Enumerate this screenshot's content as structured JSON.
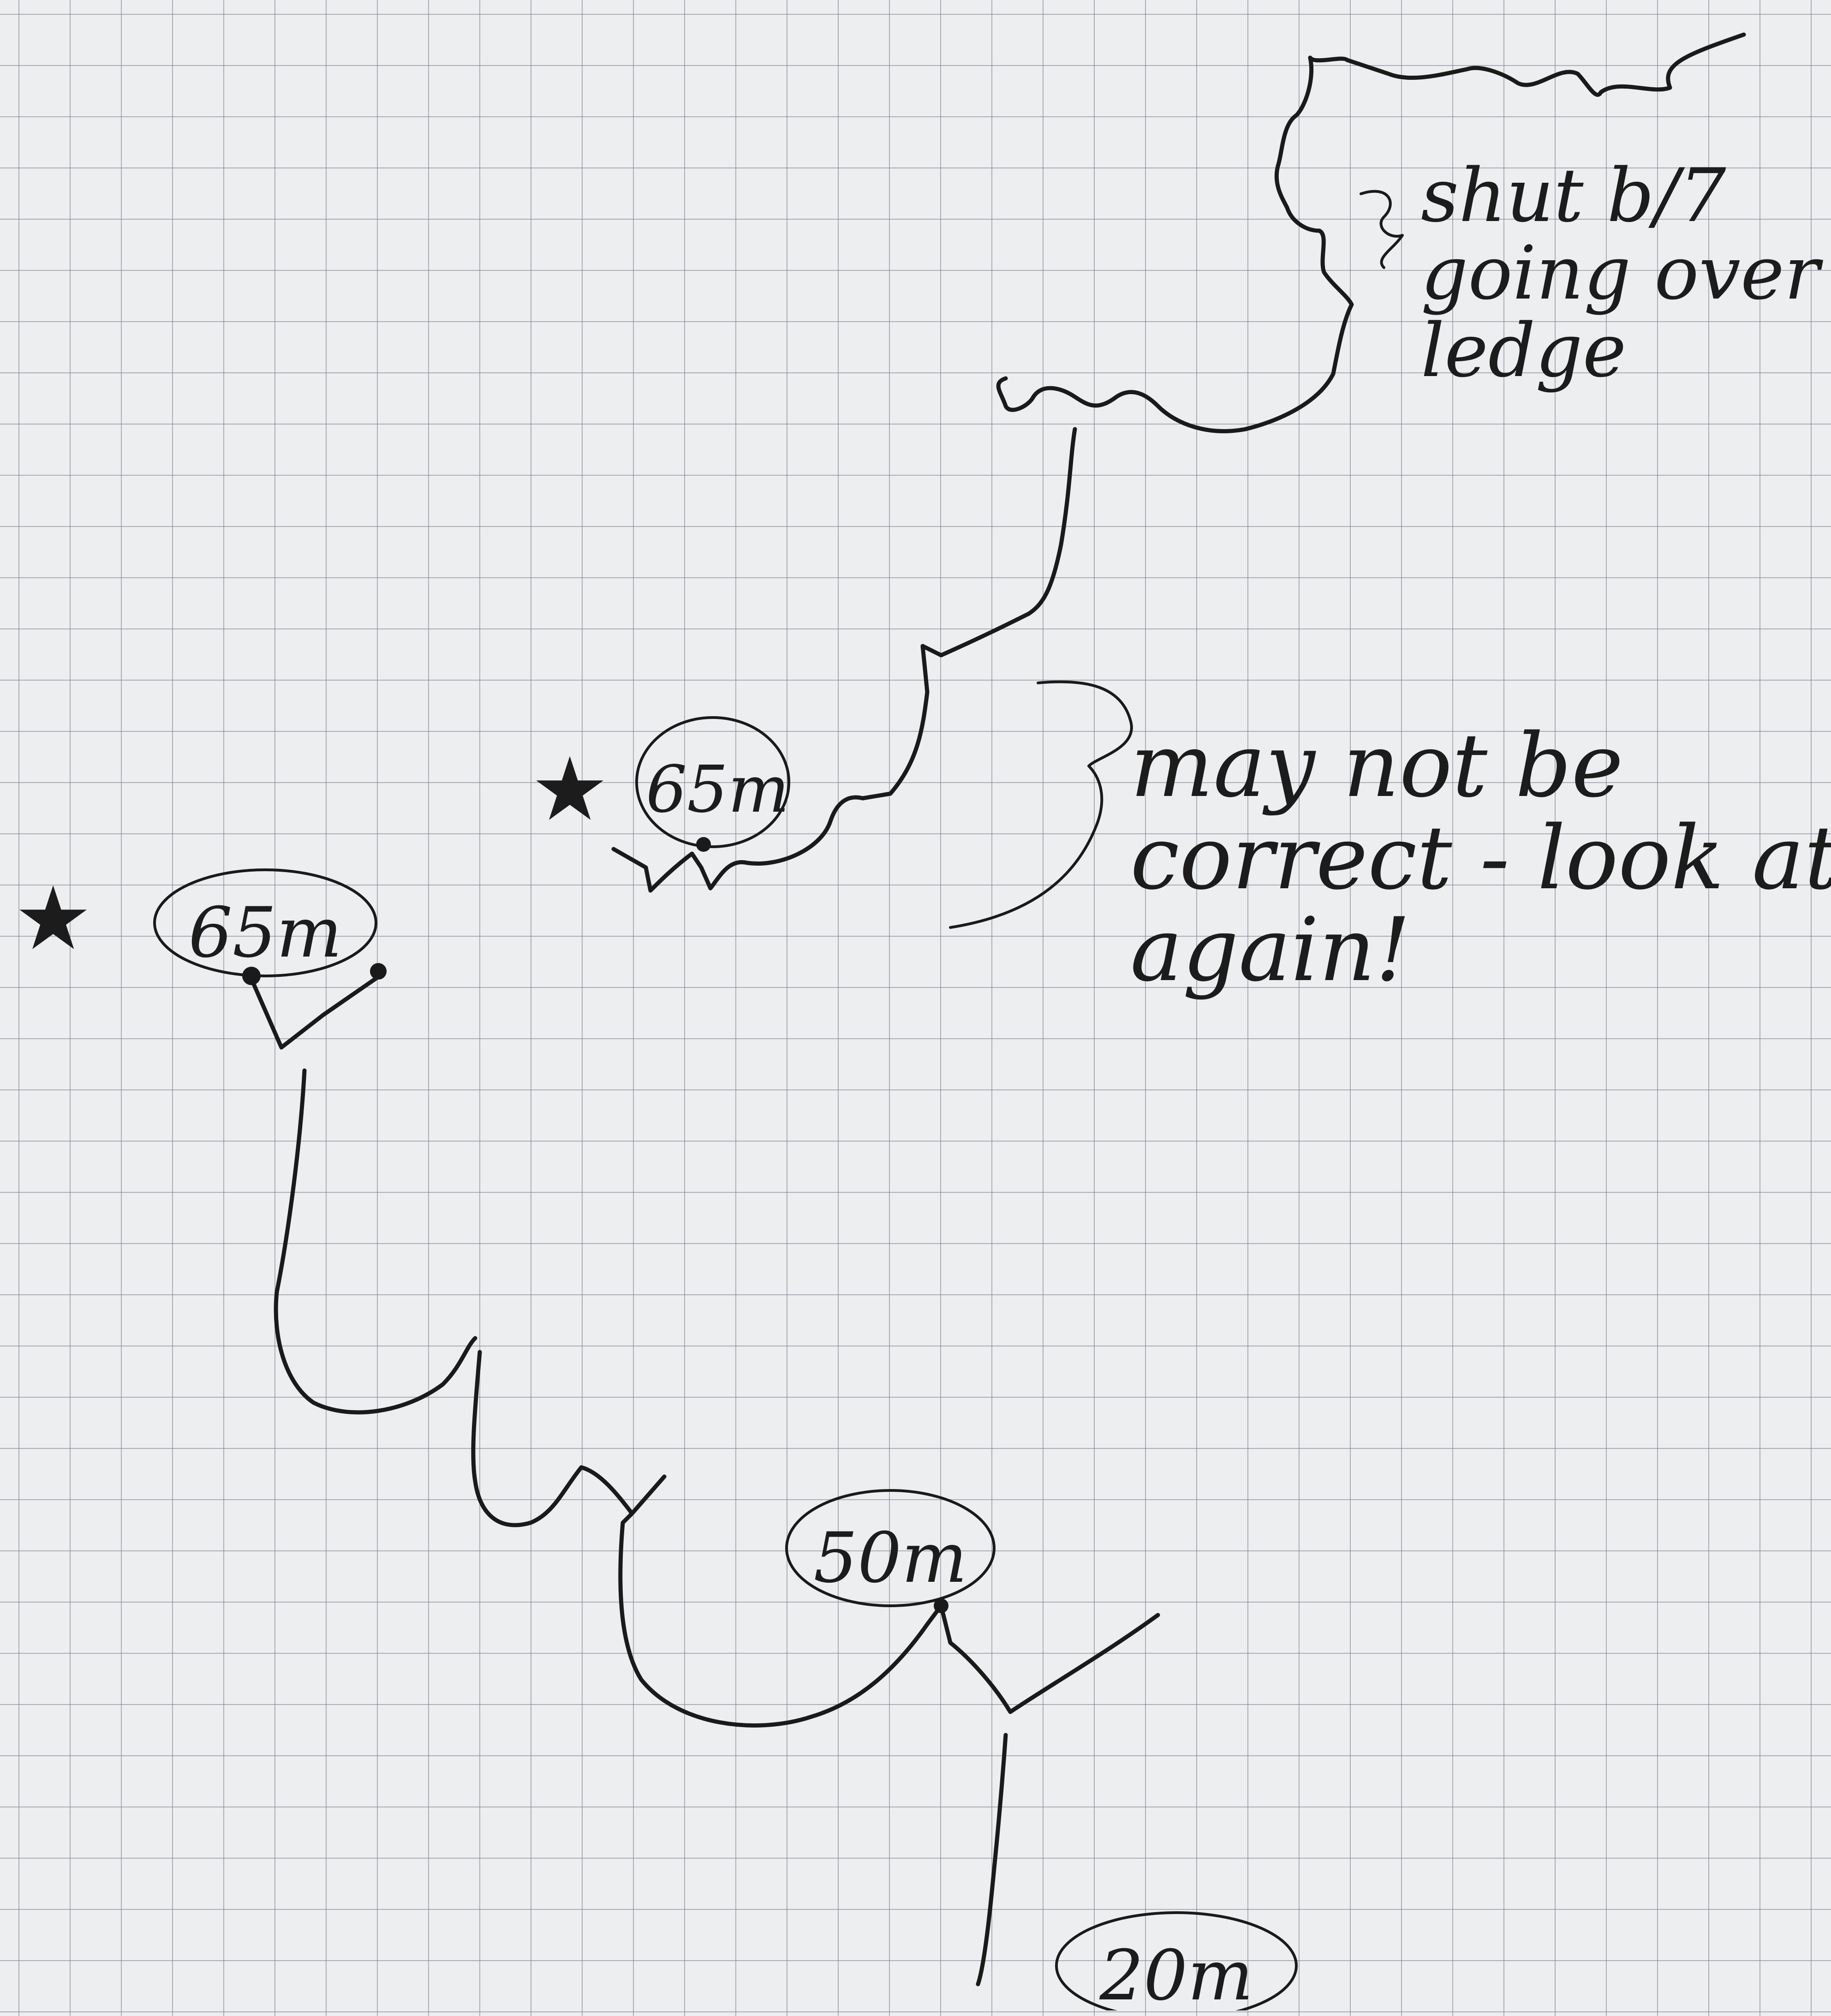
{
  "ink_color": "#1a1a1a",
  "paper_color": "#eceeef",
  "notes": [
    {
      "id": "note-top",
      "text": "shut b/7\ngoing over\nledge"
    },
    {
      "id": "note-middle",
      "text": "may not be\ncorrect - look at\nagain!"
    }
  ],
  "depth_labels": [
    {
      "id": "left-65",
      "text": "65m"
    },
    {
      "id": "mid-65",
      "text": "65m"
    },
    {
      "id": "right-50",
      "text": "50m"
    },
    {
      "id": "bottom-20",
      "text": "20m"
    }
  ],
  "markers": [
    {
      "id": "left",
      "icon": "star-icon",
      "symbol": "★"
    },
    {
      "id": "mid",
      "icon": "star-icon",
      "symbol": "★"
    }
  ]
}
